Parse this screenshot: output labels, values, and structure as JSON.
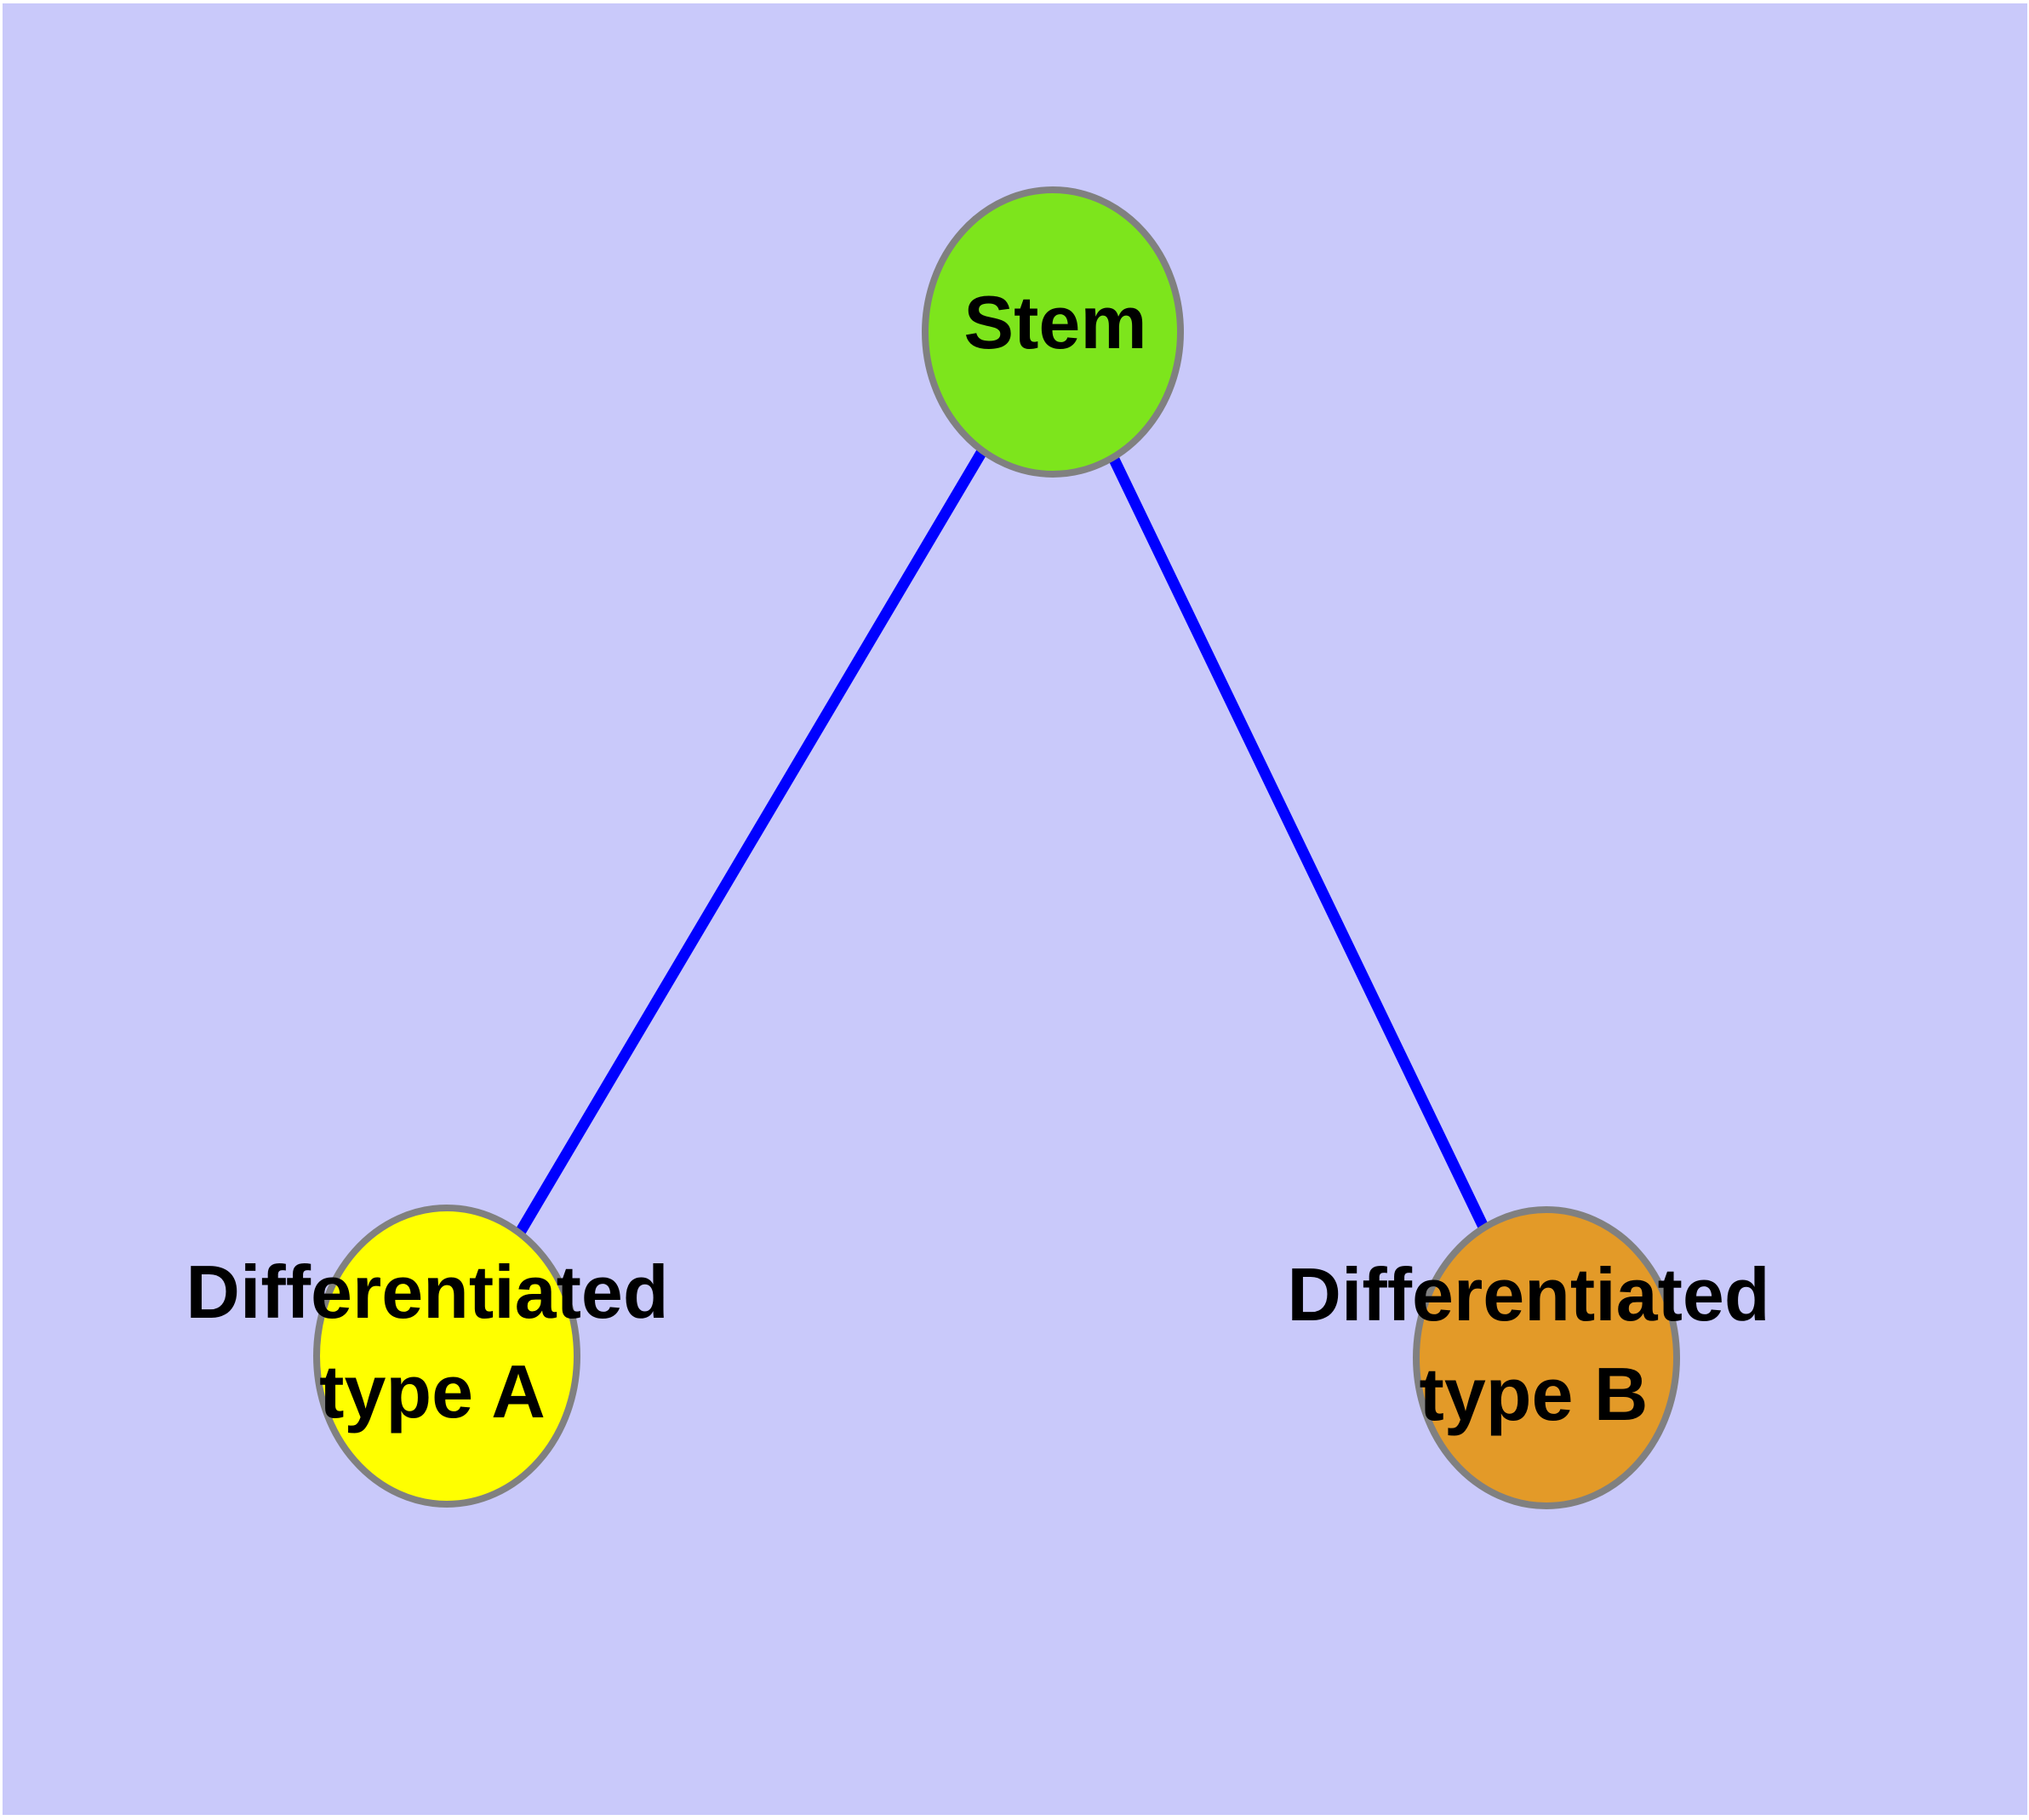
{
  "colors": {
    "page_margin": "#FFFFFF",
    "background": "#C9C9FA",
    "edge": "#0000FF",
    "node_border": "#808080",
    "label_text": "#000000"
  },
  "nodes": {
    "stem": {
      "label": "Stem",
      "fill": "#7DE51C"
    },
    "type_a": {
      "label_line1": "Differentiated",
      "label_line2": "type A",
      "fill": "#FFFF00"
    },
    "type_b": {
      "label_line1": "Differentiated",
      "label_line2": "type B",
      "fill": "#E39A28"
    }
  },
  "edges": [
    {
      "from": "Stem",
      "to": "Differentiated type A"
    },
    {
      "from": "Stem",
      "to": "Differentiated type B"
    }
  ]
}
